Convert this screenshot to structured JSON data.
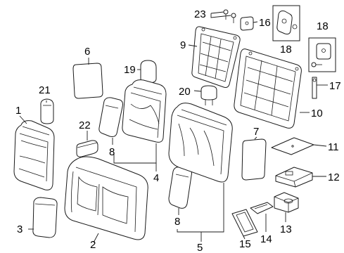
{
  "callouts": {
    "c1": "1",
    "c2": "2",
    "c3": "3",
    "c4": "4",
    "c5": "5",
    "c6": "6",
    "c7": "7",
    "c8a": "8",
    "c8b": "8",
    "c9": "9",
    "c10": "10",
    "c11": "11",
    "c12": "12",
    "c13": "13",
    "c14": "14",
    "c15": "15",
    "c16": "16",
    "c17": "17",
    "c18a": "18",
    "c18b": "18",
    "c19": "19",
    "c20": "20",
    "c21": "21",
    "c22": "22",
    "c23": "23"
  }
}
